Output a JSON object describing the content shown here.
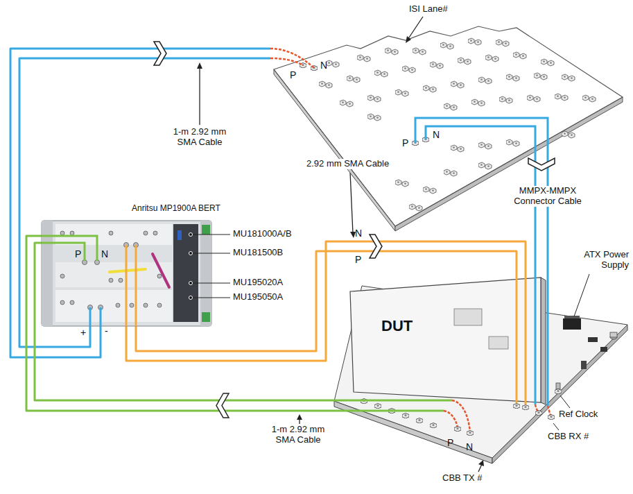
{
  "diagram": {
    "nodes": [
      {
        "text": [
          "ISI Lane#"
        ]
      },
      {
        "text": [
          "Anritsu MP1900A BERT"
        ]
      },
      {
        "text": [
          "DUT"
        ]
      }
    ],
    "edges": [
      {
        "from": 1,
        "to": 0,
        "arrow": "none"
      },
      {
        "from": 0,
        "to": 2,
        "arrow": "none"
      },
      {
        "from": 1,
        "to": 2,
        "arrow": "none"
      },
      {
        "from": 2,
        "to": 1,
        "arrow": "none"
      }
    ],
    "labels": [
      "P",
      "N",
      "1-m 2.92 mm SMA Cable",
      "P",
      "N",
      "2.92 mm SMA Cable",
      "MMPX-MMPX Connector Cable",
      "MU181000A/B",
      "N",
      "MU181500B",
      "ATX Power Supply",
      "P",
      "P",
      "N",
      "MU195020A",
      "MU195050A",
      "+",
      "-",
      "Ref Clock",
      "CBB RX #",
      "P",
      "N",
      "1-m 2.92 mm SMA Cable",
      "CBB TX #"
    ]
  }
}
